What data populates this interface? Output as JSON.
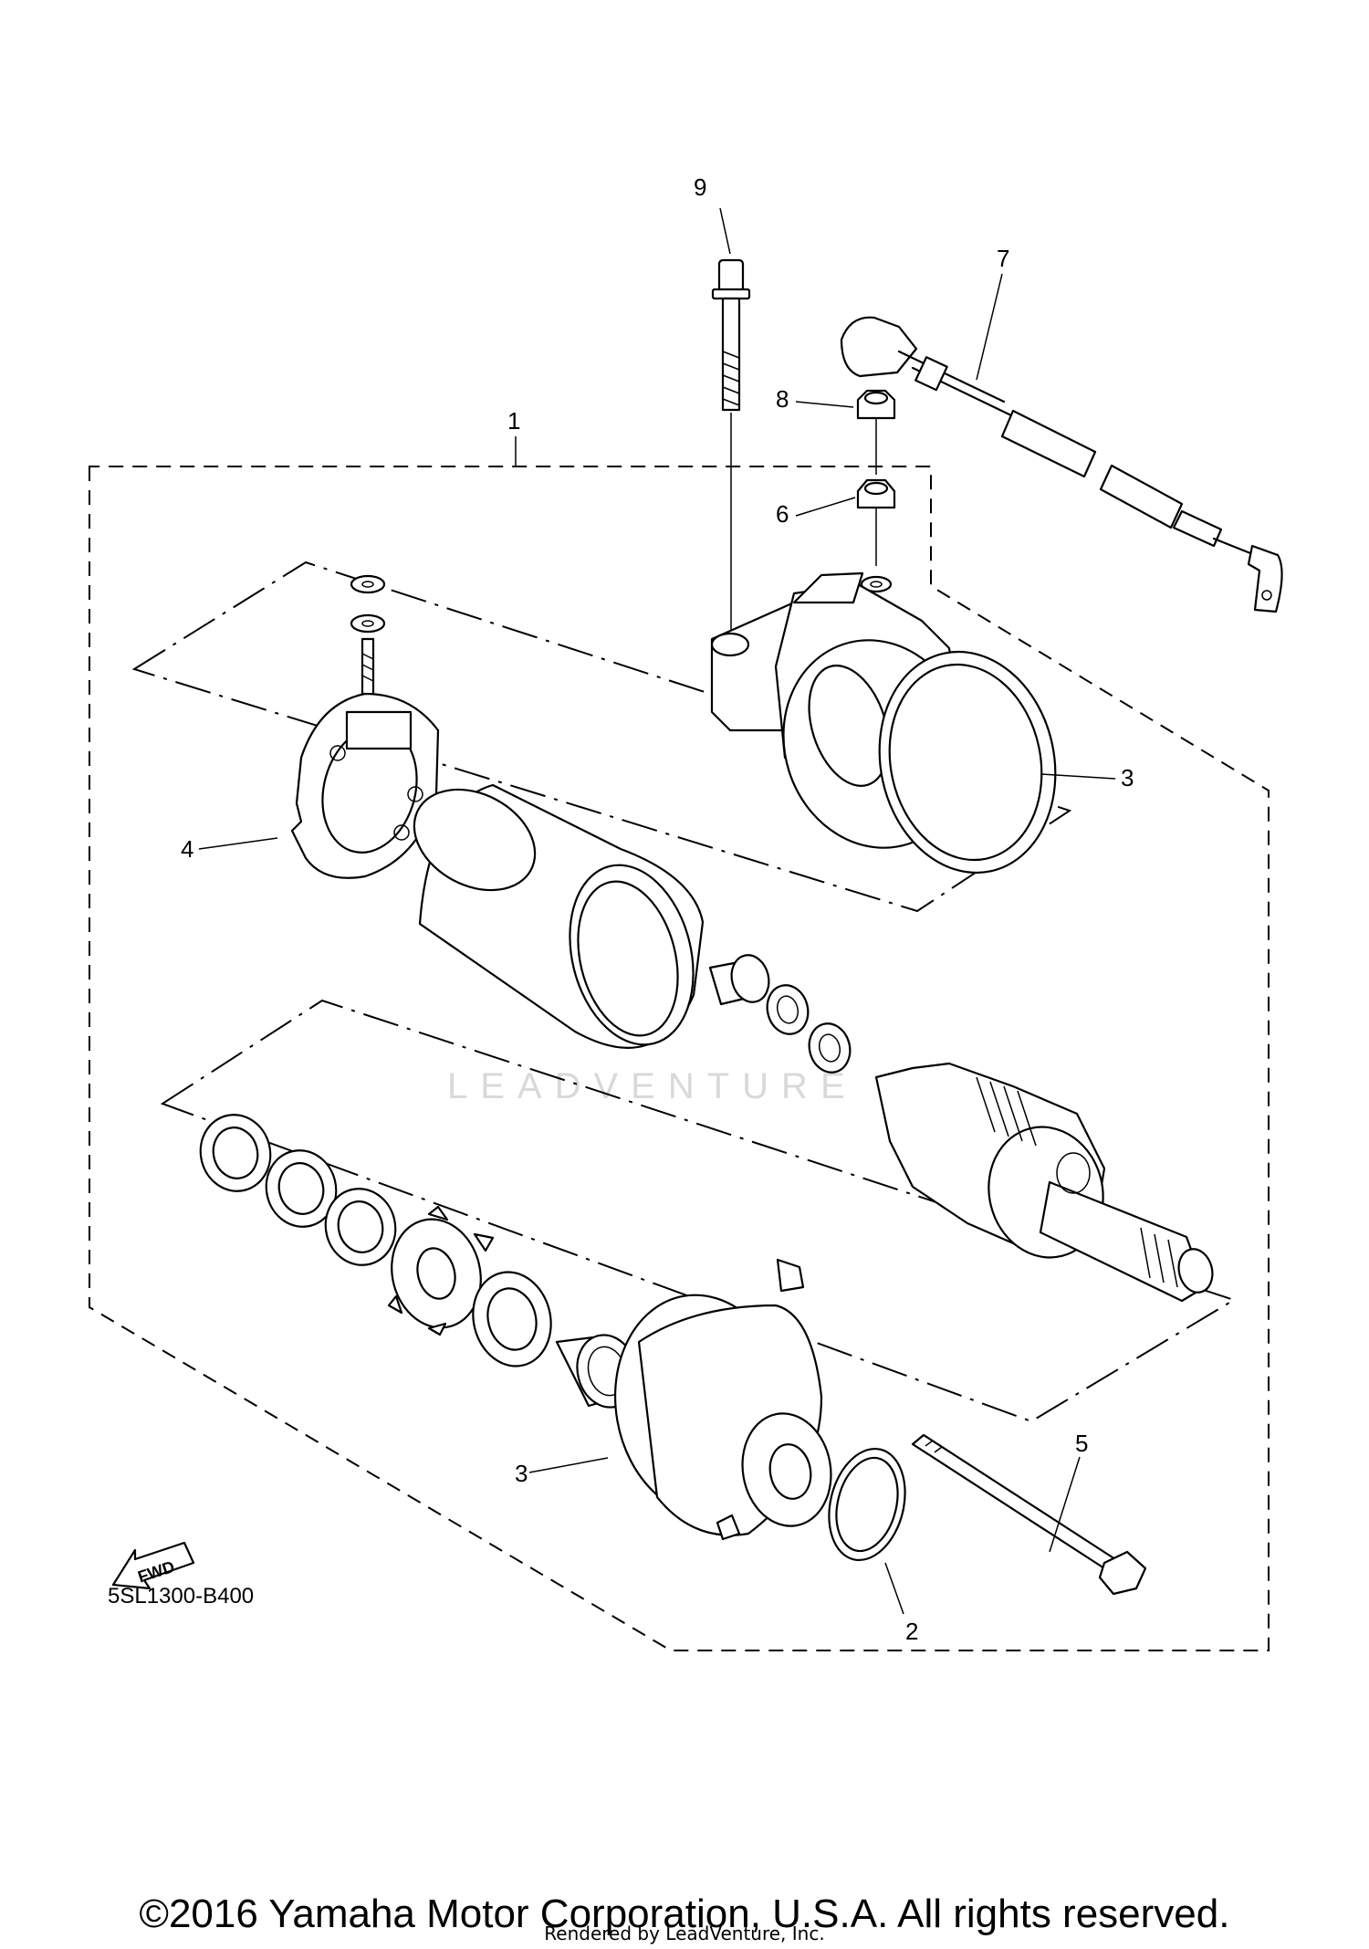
{
  "diagram": {
    "callouts": {
      "c1": "1",
      "c2": "2",
      "c3a": "3",
      "c3b": "3",
      "c4": "4",
      "c5": "5",
      "c6": "6",
      "c7": "7",
      "c8": "8",
      "c9": "9"
    },
    "fwd_label": "FWD",
    "code": "5SL1300-B400",
    "watermark": "LEADVENTURE"
  },
  "footer": {
    "copyright": "©2016 Yamaha Motor Corporation, U.S.A. All rights reserved.",
    "rendered_by": "Rendered by LeadVenture, Inc."
  }
}
